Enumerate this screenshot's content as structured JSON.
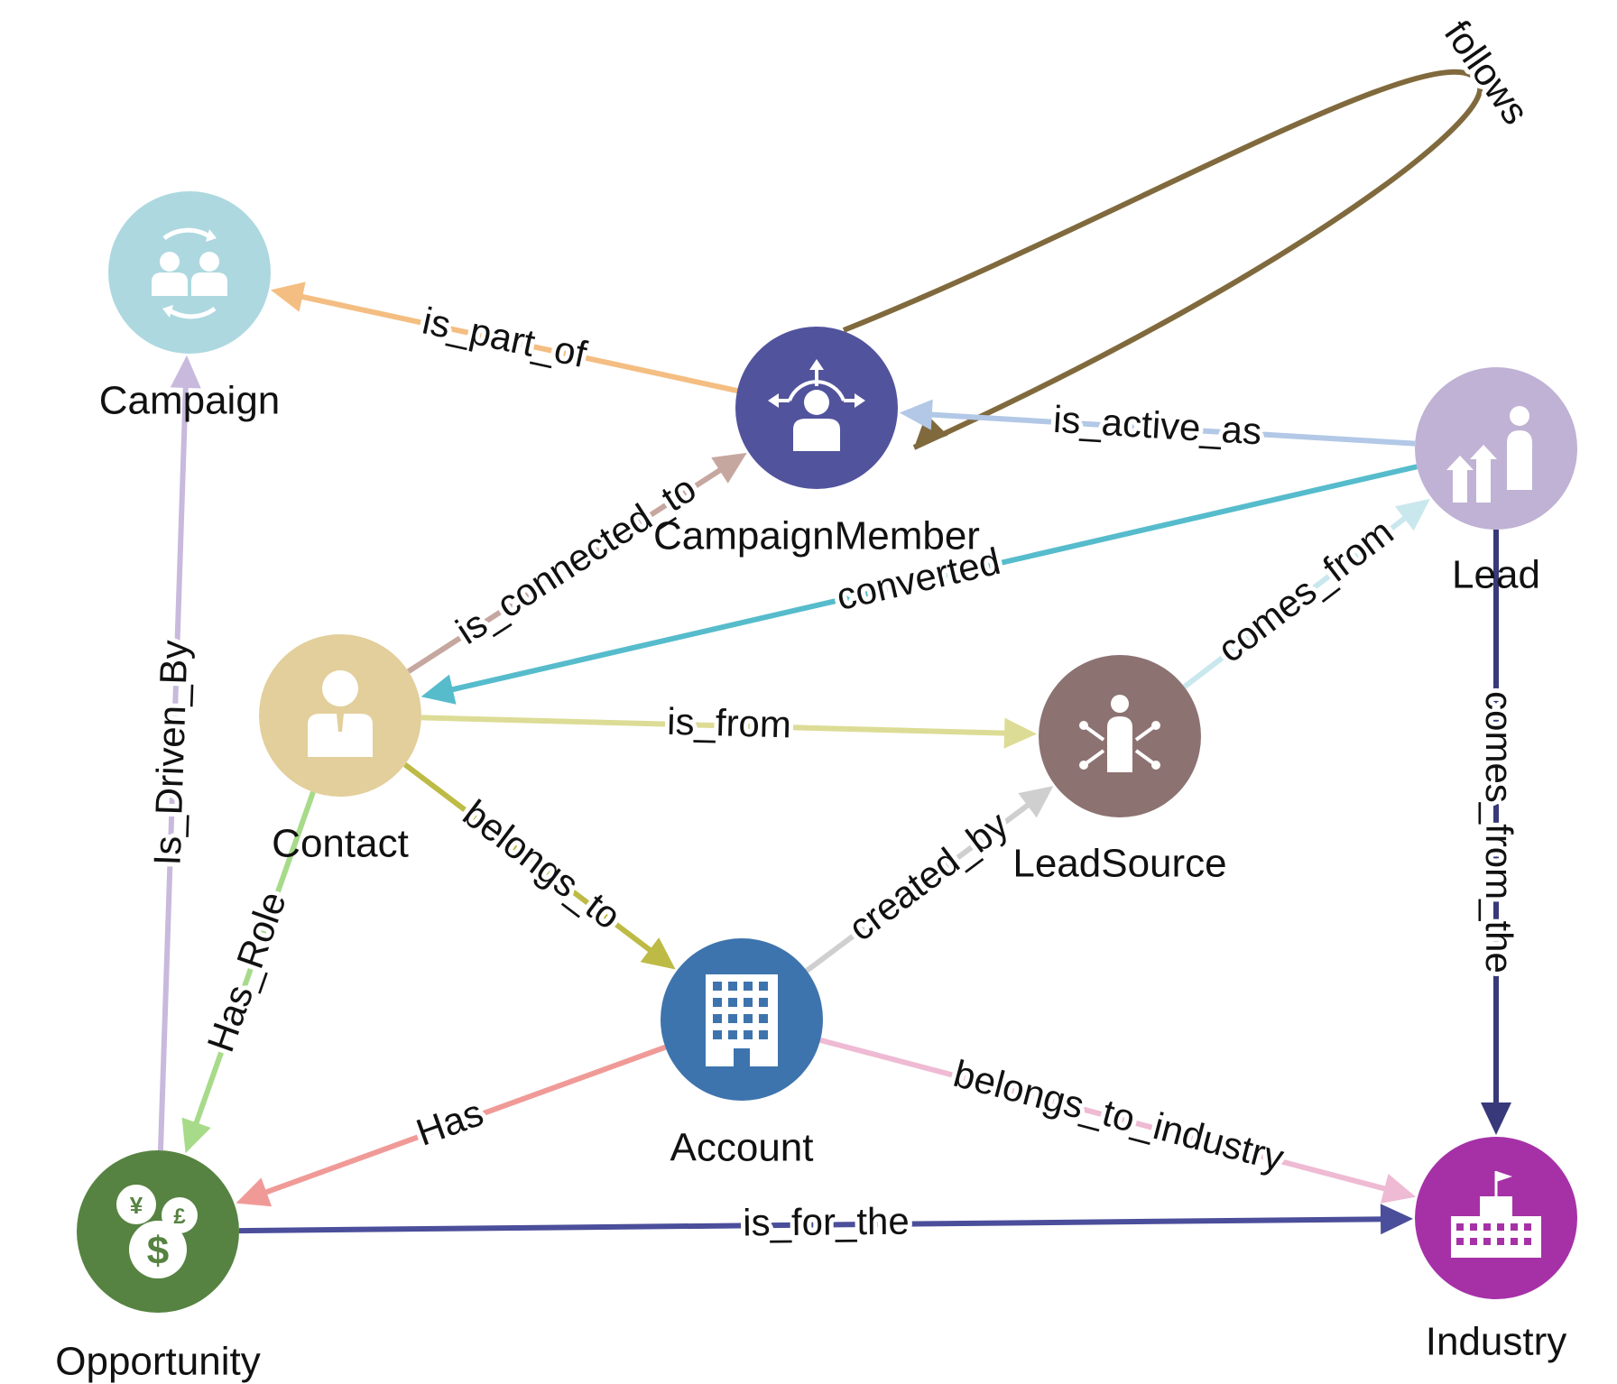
{
  "nodes": [
    {
      "id": "campaign",
      "label": "Campaign",
      "color": "#ADD8E0",
      "icon": "team-cycle-icon"
    },
    {
      "id": "campaignmember",
      "label": "CampaignMember",
      "color": "#51539C",
      "icon": "person-arrows-icon"
    },
    {
      "id": "lead",
      "label": "Lead",
      "color": "#C0B2D4",
      "icon": "growth-person-icon"
    },
    {
      "id": "contact",
      "label": "Contact",
      "color": "#E3CF9B",
      "icon": "person-icon"
    },
    {
      "id": "leadsource",
      "label": "LeadSource",
      "color": "#8D7272",
      "icon": "person-distribute-icon"
    },
    {
      "id": "account",
      "label": "Account",
      "color": "#3E74AD",
      "icon": "building-icon"
    },
    {
      "id": "opportunity",
      "label": "Opportunity",
      "color": "#568341",
      "icon": "currency-coins-icon"
    },
    {
      "id": "industry",
      "label": "Industry",
      "color": "#A631A7",
      "icon": "factory-flag-icon"
    }
  ],
  "edges": [
    {
      "from": "campaignmember",
      "to": "campaign",
      "label": "is_part_of",
      "color": "#F4BE82"
    },
    {
      "from": "campaignmember",
      "to": "campaignmember",
      "label": "follows",
      "color": "#806A3D"
    },
    {
      "from": "lead",
      "to": "campaignmember",
      "label": "is_active_as",
      "color": "#B2C8E6"
    },
    {
      "from": "contact",
      "to": "campaignmember",
      "label": "is_connected_to",
      "color": "#C6A79F"
    },
    {
      "from": "lead",
      "to": "contact",
      "label": "converted",
      "color": "#56BCCC"
    },
    {
      "from": "leadsource",
      "to": "lead",
      "label": "comes_from",
      "color": "#C9E8EE"
    },
    {
      "from": "contact",
      "to": "leadsource",
      "label": "is_from",
      "color": "#DCDC96"
    },
    {
      "from": "contact",
      "to": "account",
      "label": "belongs_to",
      "color": "#BDBB45"
    },
    {
      "from": "account",
      "to": "leadsource",
      "label": "created_by",
      "color": "#CFCFCF"
    },
    {
      "from": "lead",
      "to": "industry",
      "label": "comes_from_the",
      "color": "#37397A"
    },
    {
      "from": "contact",
      "to": "opportunity",
      "label": "Has_Role",
      "color": "#A7DB8A"
    },
    {
      "from": "opportunity",
      "to": "campaign",
      "label": "Is_Driven_By",
      "color": "#C8B9DD"
    },
    {
      "from": "account",
      "to": "opportunity",
      "label": "Has",
      "color": "#F09A97"
    },
    {
      "from": "account",
      "to": "industry",
      "label": "belongs_to_industry",
      "color": "#EFBAD3"
    },
    {
      "from": "opportunity",
      "to": "industry",
      "label": "is_for_the",
      "color": "#4B4E9A"
    }
  ]
}
